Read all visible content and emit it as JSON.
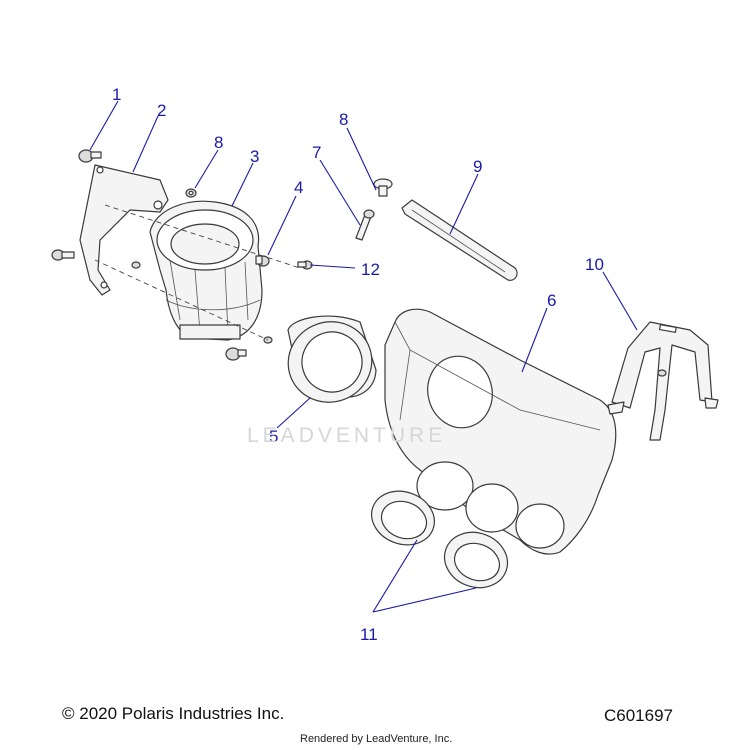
{
  "callouts": [
    {
      "id": "1",
      "label": "1"
    },
    {
      "id": "2",
      "label": "2"
    },
    {
      "id": "3",
      "label": "3"
    },
    {
      "id": "4",
      "label": "4"
    },
    {
      "id": "5",
      "label": "5"
    },
    {
      "id": "6",
      "label": "6"
    },
    {
      "id": "7",
      "label": "7"
    },
    {
      "id": "8a",
      "label": "8"
    },
    {
      "id": "8b",
      "label": "8"
    },
    {
      "id": "9",
      "label": "9"
    },
    {
      "id": "10",
      "label": "10"
    },
    {
      "id": "11",
      "label": "11"
    },
    {
      "id": "12",
      "label": "12"
    }
  ],
  "watermark": "LEADVENTURE",
  "footer": {
    "copyright": "© 2020 Polaris Industries Inc.",
    "diagram_id": "C601697",
    "rendered_by": "Rendered by LeadVenture, Inc."
  },
  "colors": {
    "callout": "#1a1aa8",
    "line_art": "#3a3a3a",
    "watermark": "#d6d6d6"
  }
}
